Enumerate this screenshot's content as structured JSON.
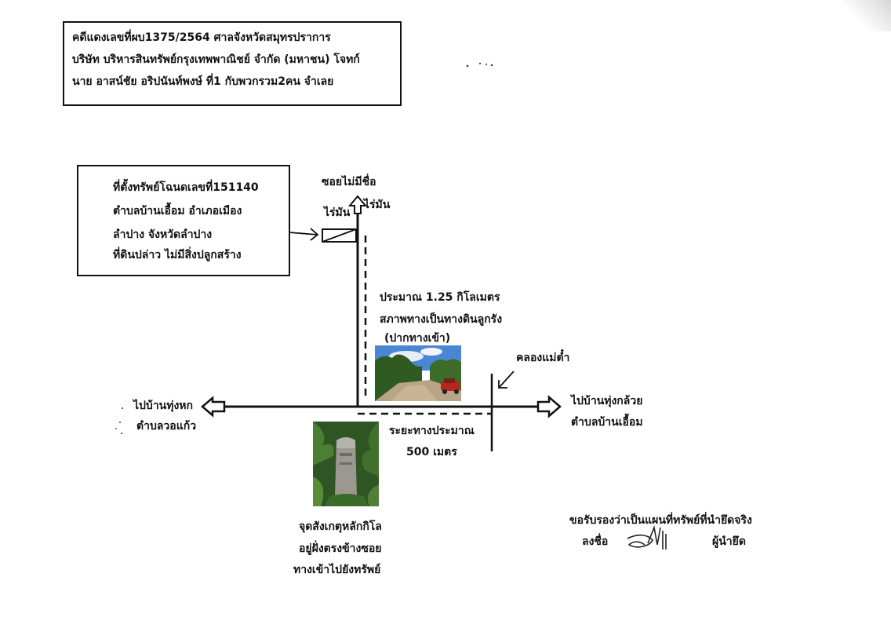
{
  "case_header": {
    "line1": "คดีแดงเลขที่ผบ1375/2564 ศาลจังหวัดสมุทรปราการ",
    "line2": "บริษัท บริหารสินทรัพย์กรุงเทพพาณิชย์ จำกัด (มหาชน) โจทก์",
    "line3": "นาย อาสน์ชัย อริปนันท์พงษ์ ที่1 กับพวกรวม2คน จำเลย"
  },
  "property_box": {
    "line1": "ที่ตั้งทรัพย์โฉนดเลขที่151140",
    "line2": "ตำบลบ้านเอื้อม อำเภอเมือง",
    "line3": "ลำปาง จังหวัดลำปาง",
    "line4": "ที่ดินปล่าว ไม่มีสิ่งปลูกสร้าง"
  },
  "labels": {
    "soi_no_name": "ซอยไม่มีชื่อ",
    "cassava_left": "ไร่มัน",
    "cassava_right": "ไร่มัน",
    "distance_125": "ประมาณ 1.25 กิโลเมตร",
    "road_condition": "สภาพทางเป็นทางดินลูกรัง",
    "entrance": "(ปากทางเข้า)",
    "canal": "คลองแม่ต๋ำ",
    "to_left_1": "ไปบ้านทุ่งหก",
    "to_left_2": "ตำบลวอแก้ว",
    "to_right_1": "ไปบ้านทุ่งกล้วย",
    "to_right_2": "ตำบลบ้านเอื้อม",
    "distance_500_1": "ระยะทางประมาณ",
    "distance_500_2": "500 เมตร",
    "landmark_1": "จุดสังเกตุหลักกิโล",
    "landmark_2": "อยู่ฝั่งตรงข้างซอย",
    "landmark_3": "ทางเข้าไปยังทรัพย์"
  },
  "certification": {
    "statement": "ขอรับรองว่าเป็นแผนที่ทรัพย์ที่นำยึดจริง",
    "sign_label": "ลงชื่อ",
    "role": "ผู้นำยึด"
  },
  "colors": {
    "ink": "#111111",
    "sky": "#3f7fd0",
    "foliage": "#3d6b2a",
    "dirt": "#b8a487",
    "car": "#b12a22"
  },
  "icons": {
    "property_marker": "rectangle-with-diagonal-icon",
    "north_arrow": "hollow-arrow-up-icon",
    "left_arrow": "hollow-arrow-left-icon",
    "right_arrow": "hollow-arrow-right-icon",
    "pointer": "line-arrow-icon",
    "signature": "signature-mark"
  }
}
